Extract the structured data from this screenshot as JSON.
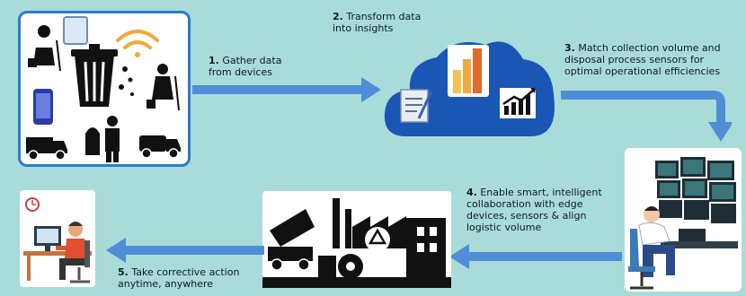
{
  "steps": [
    {
      "num": "1.",
      "line1": "Gather data",
      "line2": "from devices"
    },
    {
      "num": "2.",
      "line1": "Transform data",
      "line2": "into insights"
    },
    {
      "num": "3.",
      "line1": "Match collection volume and",
      "line2": "disposal process sensors for",
      "line3": "optimal operational efficiencies"
    },
    {
      "num": "4.",
      "line1": "Enable smart, intelligent",
      "line2": "collaboration with edge",
      "line3": "devices, sensors & align",
      "line4": "logistic volume"
    },
    {
      "num": "5.",
      "line1": "Take corrective action",
      "line2": "anytime, anywhere"
    }
  ],
  "colors": {
    "background": "#a9dcd9",
    "panel_border": "#2a7bd4",
    "cloud": "#1a56b4",
    "arrow": "#4f8ed6",
    "power_bi_orange": "#f2a93b"
  },
  "icons": [
    "cleaner-icon",
    "bin-icon",
    "wifi-icon",
    "phone-icon",
    "truck-icon",
    "worker-icon",
    "report-icon",
    "power-bi-icon",
    "growth-chart-icon",
    "operator-icon",
    "factory-icon",
    "desk-worker-icon"
  ]
}
